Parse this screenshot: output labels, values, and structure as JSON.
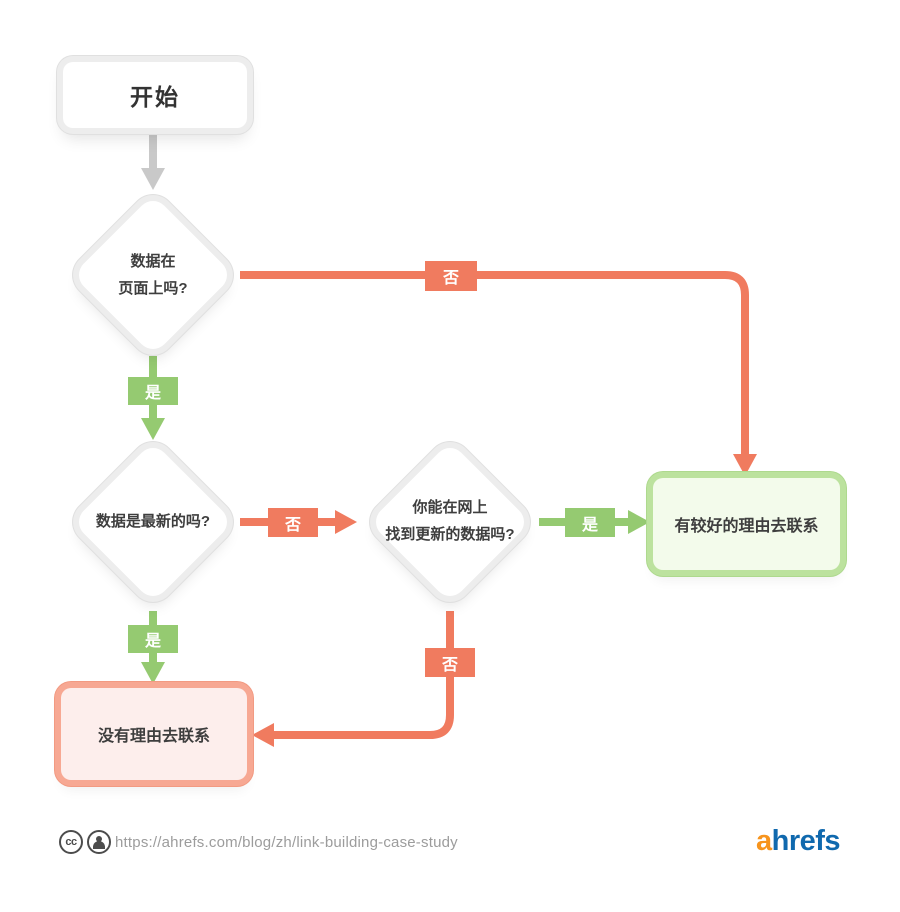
{
  "colors": {
    "arrow_red": "#f07b5f",
    "arrow_green": "#95ca71",
    "arrow_gray": "#c9c9c9",
    "node_border_gray": "#e0e0e0",
    "good_box_fill": "#f3fbeb",
    "good_box_border": "#bce29e",
    "bad_box_fill": "#fdeeec",
    "bad_box_border": "#f7a893",
    "logo_orange": "#f7941d",
    "logo_blue": "#1069ae"
  },
  "nodes": {
    "start": {
      "label": "开始"
    },
    "decision1": {
      "line1": "数据在",
      "line2": "页面上吗?"
    },
    "decision2": {
      "label": "数据是最新的吗?"
    },
    "decision3": {
      "line1": "你能在网上",
      "line2": "找到更新的数据吗?"
    },
    "outcome_positive": {
      "label": "有较好的理由去联系"
    },
    "outcome_negative": {
      "label": "没有理由去联系"
    }
  },
  "edge_labels": {
    "d1_no": "否",
    "d1_yes": "是",
    "d2_no": "否",
    "d2_yes": "是",
    "d3_yes": "是",
    "d3_no": "否"
  },
  "footer": {
    "cc_text": "cc",
    "url": "https://ahrefs.com/blog/zh/link-building-case-study",
    "logo_first": "a",
    "logo_rest": "hrefs"
  }
}
